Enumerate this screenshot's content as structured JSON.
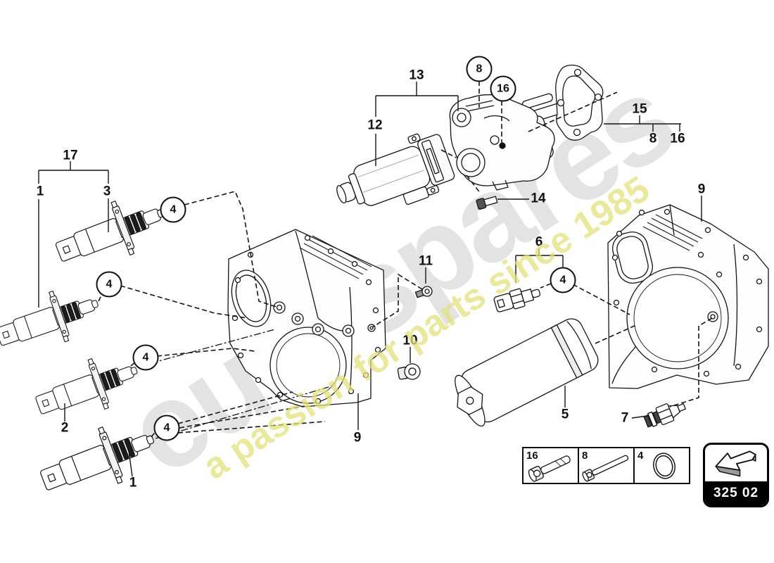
{
  "watermark": {
    "brand": "eurospares",
    "tagline": "a passion for parts since 1985"
  },
  "callouts": {
    "group_17": "17",
    "valve_top_1": "1",
    "valve_3": "3",
    "seal_4": "4",
    "valve_2": "2",
    "valve_bottom_1": "1",
    "motor_12": "12",
    "group_13": "13",
    "bolt_circle_8": "8",
    "bolt_circle_16": "16",
    "gasket_15": "15",
    "gasket_8": "8",
    "gasket_16": "16",
    "screw_14": "14",
    "housing_right_9": "9",
    "screw_11": "11",
    "sensor_6": "6",
    "plug_10": "10",
    "accumulator_5": "5",
    "sensor_7": "7",
    "housing_center_9": "9"
  },
  "legend": {
    "cells": [
      {
        "qty": "16",
        "icon": "socket-head-bolt-icon"
      },
      {
        "qty": "8",
        "icon": "long-bolt-icon"
      },
      {
        "qty": "4",
        "icon": "o-ring-icon"
      }
    ]
  },
  "badge": {
    "code": "325 02",
    "icon": "page-direction-arrow-icon"
  },
  "colors": {
    "line": "#141414",
    "watermark_gray": "#cccccc",
    "watermark_yellow": "#e3e076",
    "badge_bg": "#000000"
  }
}
